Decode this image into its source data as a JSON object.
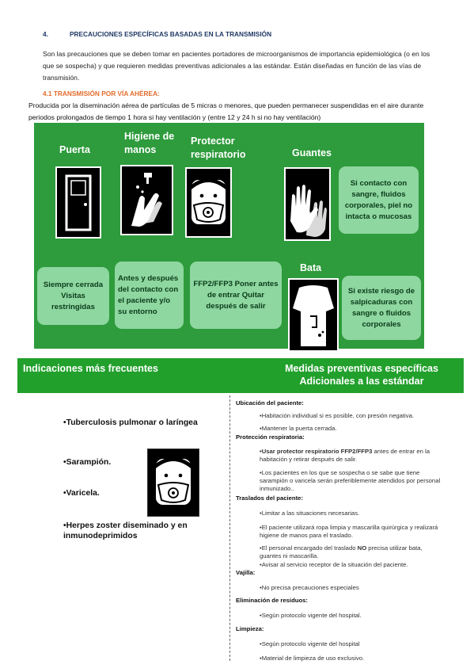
{
  "section": {
    "number": "4.",
    "title": "PRECAUCIONES ESPECÍFICAS BASADAS EN LA TRANSMISIÓN"
  },
  "intro": "Son las precauciones que se deben tomar en pacientes portadores de microorganismos de importancia epidemiológica (o en los que se sospecha) y que requieren medidas preventivas adicionales a las estándar. Están diseñadas en función de las vías de transmisión.",
  "subsection": {
    "title": "4.1 TRANSMISIÓN POR VÍA AHÉREA:",
    "description": "Producida por la diseminación aérea de partículas de 5 micras o menores, que pueden permanecer suspendidas en el aire durante periodos prolongados de tiempo 1 hora si hay ventilación y (entre 12 y 24 h si no hay ventilación)"
  },
  "panel": {
    "colors": {
      "background": "#2e9b3c",
      "box": "#8ed7a0"
    },
    "labels": {
      "puerta": "Puerta",
      "higiene": "Higiene de manos",
      "protector": "Protector respiratorio",
      "guantes": "Guantes",
      "bata": "Bata"
    },
    "boxes": {
      "guantes": "Si contacto con sangre, fluidos corporales, piel no intacta o mucosas",
      "puerta": "Siempre cerrada Visitas restringidas",
      "higiene": "Antes y después del contacto con el paciente y/o su entorno",
      "protector": "FFP2/FFP3 Poner antes de entrar Quitar después de salir",
      "bata": "Si existe riesgo de salpicaduras con sangre o fluidos corporales"
    }
  },
  "table": {
    "header_left": "Indicaciones más frecuentes",
    "header_right_1": "Medidas preventivas específicas",
    "header_right_2": "Adicionales a las estándar",
    "indications": [
      "•Tuberculosis pulmonar o laríngea",
      "•Sarampión.",
      "•Varicela.",
      "•Herpes zoster diseminado y en inmunodeprimidos"
    ],
    "ubicacion": {
      "title": "Ubicación del paciente:",
      "items": [
        "•Habitación individual si es posible, con presión negativa.",
        "•Mantener la puerta cerrada."
      ]
    },
    "proteccion": {
      "title": "Protección respiratoria:",
      "item1_bold": "•Usar protector respiratorio FFP2/FFP3",
      "item1_rest": " antes de entrar en la habitación y retirar después de salir.",
      "item2": "•Los pacientes en los que se sospecha o se sabe que tiene sarampión o varicela serán preferiblemente atendidos por personal inmunizado.."
    },
    "traslados": {
      "title": "Traslados del paciente:",
      "item1": "•Limitar a las situaciones necesarias.",
      "item2": "•El paciente utilizará ropa limpia y mascarilla quirúrgica y realizará higiene de manos para el traslado.",
      "item3_a": "•El personal encargado del traslado ",
      "item3_bold": "NO",
      "item3_b": " precisa utilizar bata, guantes ni mascarilla.",
      "item4": "•Avisar al servicio receptor de la situación del paciente."
    },
    "vajilla": {
      "title": "Vajilla:",
      "item": "•No precisa  precauciones especiales"
    },
    "residuos": {
      "title": "Eliminación de residuos:",
      "item": "•Según protocolo vigente del hospital."
    },
    "limpieza": {
      "title": "Limpieza:",
      "items": [
        "•Según protocolo vigente del hospital",
        "•Material de limpieza de uso exclusivo."
      ]
    }
  }
}
